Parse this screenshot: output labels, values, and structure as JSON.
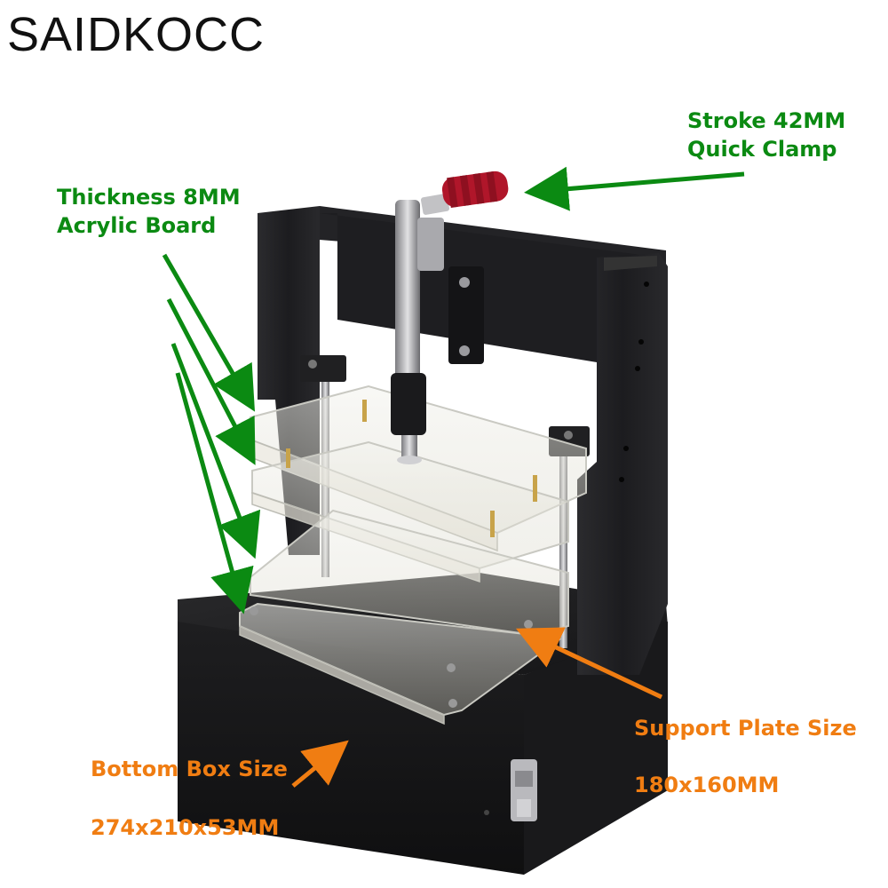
{
  "brand": "SAIDKOCC",
  "labels": {
    "clamp_line1": "Stroke 42MM",
    "clamp_line2": "Quick Clamp",
    "acrylic_line1": "Thickness 8MM",
    "acrylic_line2": "Acrylic Board",
    "support_title": "Support Plate Size",
    "support_size": "180x160MM",
    "box_title": "Bottom Box Size",
    "box_size": "274x210x53MM"
  },
  "colors": {
    "annotation_green": "#0b8a12",
    "annotation_orange": "#f07d12",
    "frame_black": "#1c1c1e",
    "clamp_handle_red": "#b0162a"
  }
}
